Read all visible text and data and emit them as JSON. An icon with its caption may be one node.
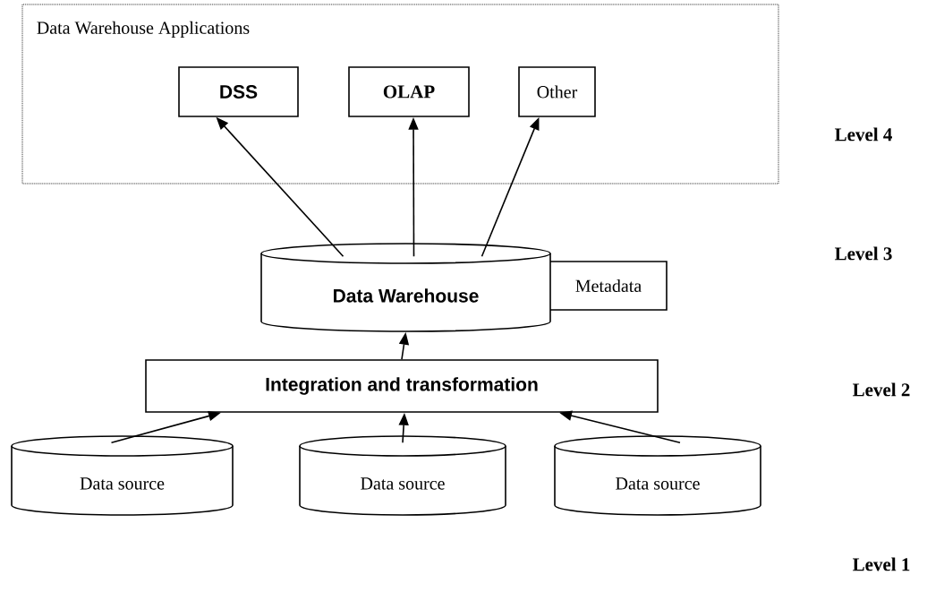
{
  "diagram": {
    "nodes": [
      {
        "text": [
          "Data Warehouse Applications"
        ]
      },
      {
        "text": [
          "DSS"
        ],
        "in": 0
      },
      {
        "text": [
          "OLAP"
        ],
        "in": 0
      },
      {
        "text": [
          "Other"
        ],
        "in": 0
      },
      {
        "text": [
          "Data Warehouse"
        ]
      },
      {
        "text": [
          "Metadata"
        ]
      },
      {
        "text": [
          "Integration and transformation"
        ]
      },
      {
        "text": [
          "Data source"
        ]
      },
      {
        "text": [
          "Data source"
        ]
      },
      {
        "text": [
          "Data source"
        ]
      }
    ],
    "edges": [
      {
        "from": 4,
        "to": 1,
        "arrow": "to"
      },
      {
        "from": 4,
        "to": 2,
        "arrow": "to"
      },
      {
        "from": 4,
        "to": 3,
        "arrow": "to"
      },
      {
        "from": 6,
        "to": 4,
        "arrow": "to"
      },
      {
        "from": 7,
        "to": 6,
        "arrow": "to"
      },
      {
        "from": 8,
        "to": 6,
        "arrow": "to"
      },
      {
        "from": 9,
        "to": 6,
        "arrow": "to"
      }
    ],
    "labels": [
      "Level 4",
      "Level 3",
      "Level 2",
      "Level 1"
    ]
  }
}
